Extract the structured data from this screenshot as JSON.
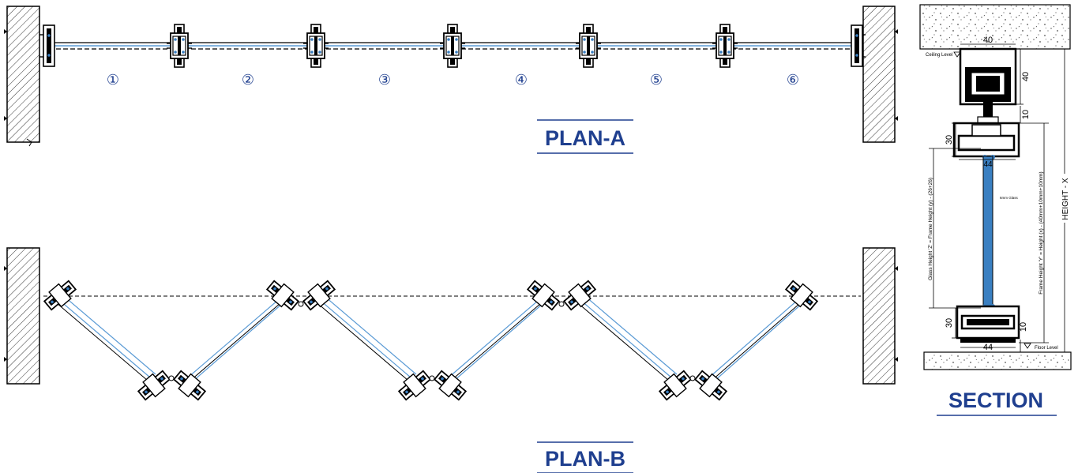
{
  "plan_a": {
    "title": "PLAN-A",
    "panel_numbers": [
      "①",
      "②",
      "③",
      "④",
      "⑤",
      "⑥"
    ]
  },
  "plan_b": {
    "title": "PLAN-B"
  },
  "section": {
    "title": "SECTION",
    "ceiling_label": "Ceiling Level",
    "floor_label": "Floor Level",
    "glass_label": "6mm Glass",
    "dim_top_width": "40",
    "dim_top_height": "40",
    "dim_gap_top": "10",
    "dim_top_frame": "30",
    "dim_top_frame_width": "44",
    "dim_bottom_frame": "30",
    "dim_bottom_gap": "10",
    "dim_bottom_width": "44",
    "glass_height_formula": "Glass Height 'Z' = Frame Height (y) - (26+26)",
    "frame_height_formula": "Frame Height 'Y' = Height (x) - (40mm+10mm+10mm)",
    "height_label": "HEIGHT - X"
  },
  "colors": {
    "title_blue": "#1f3f8f",
    "glass_blue": "#3a7fc1",
    "glass_line": "#5b9bd5",
    "ink": "#000000"
  }
}
